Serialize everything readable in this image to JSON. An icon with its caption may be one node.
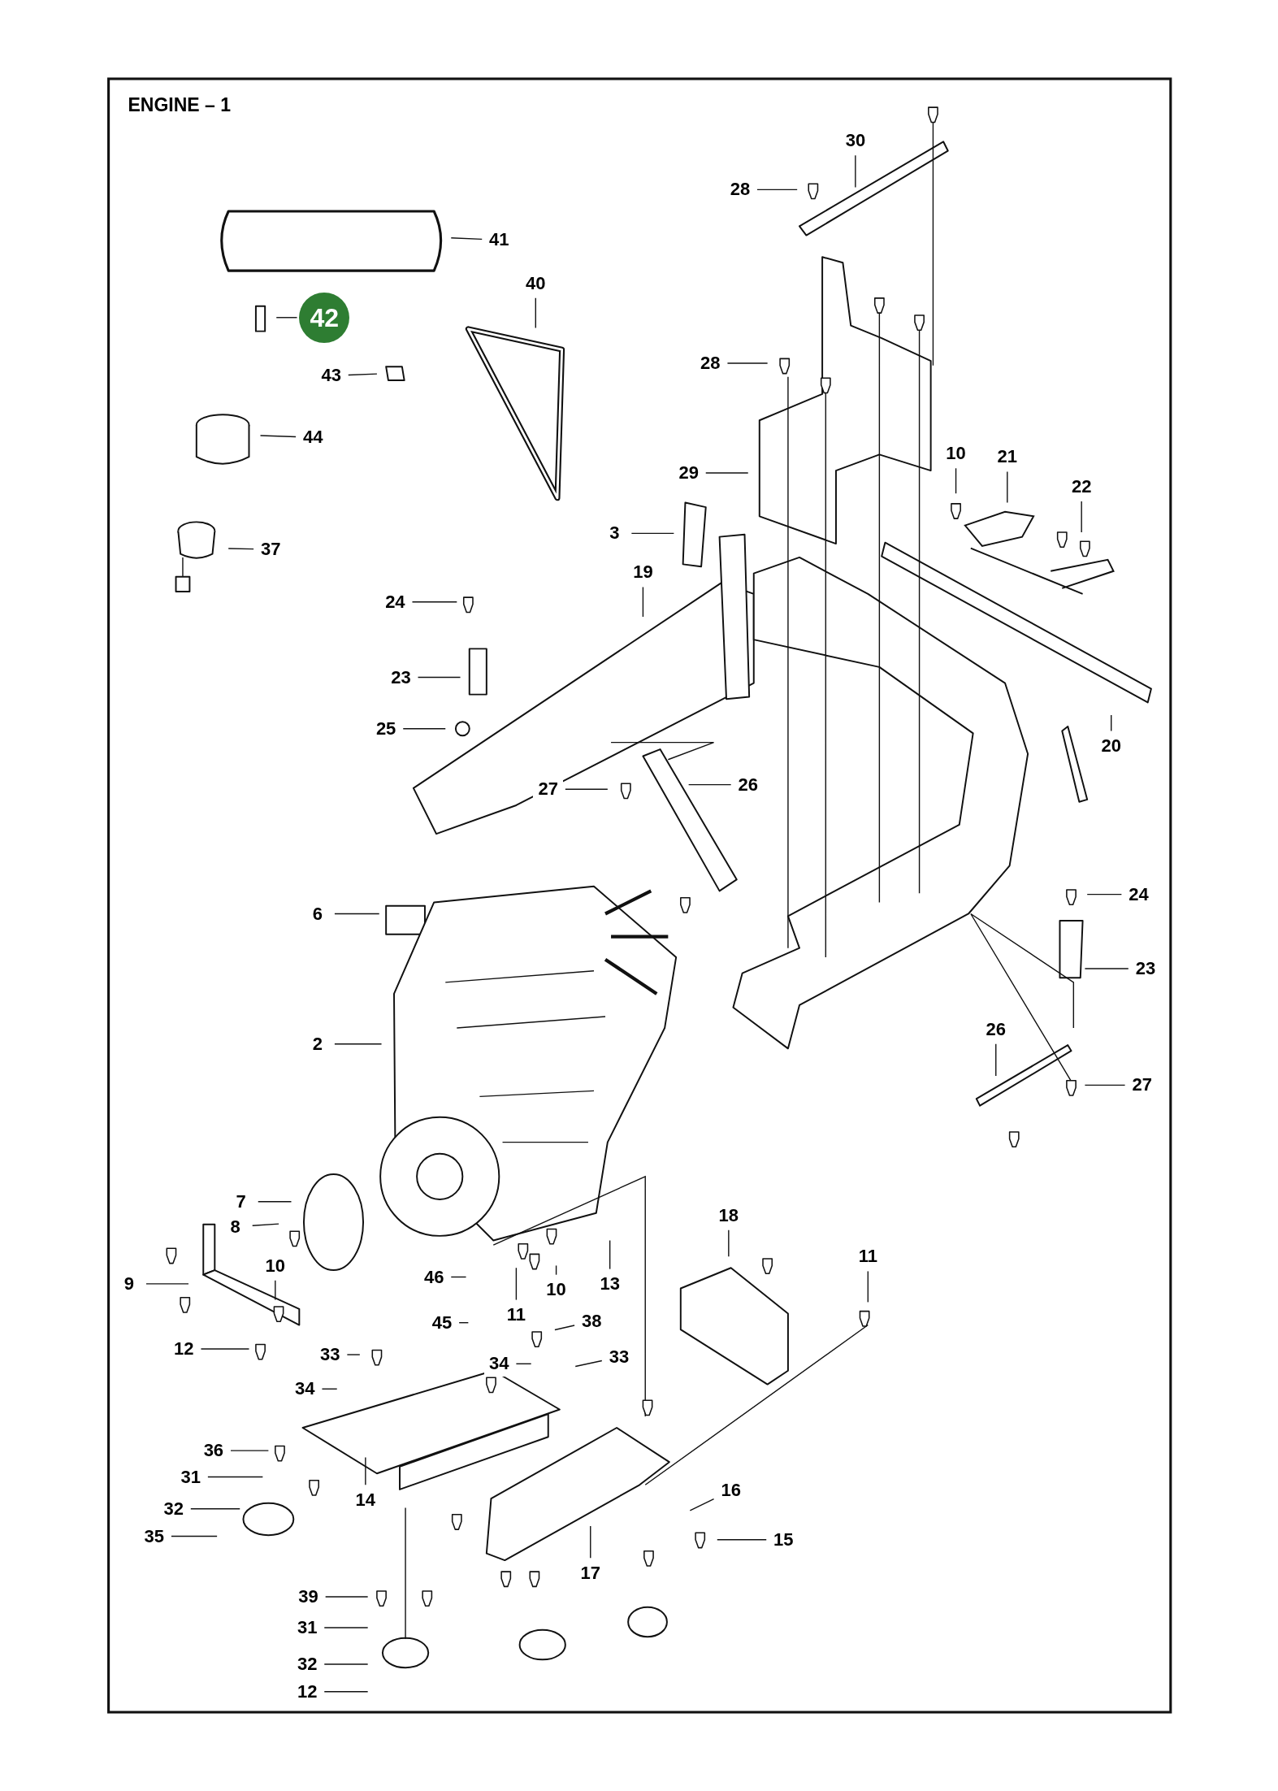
{
  "diagram": {
    "title": "ENGINE – 1",
    "nodes": [
      {
        "text": [
          "30"
        ]
      },
      {
        "text": [
          "28"
        ]
      },
      {
        "text": [
          "41"
        ]
      },
      {
        "text": [
          "40"
        ]
      },
      {
        "text": [
          "42"
        ]
      },
      {
        "text": [
          "43"
        ]
      },
      {
        "text": [
          "28"
        ]
      },
      {
        "text": [
          "44"
        ]
      },
      {
        "text": [
          "10"
        ]
      },
      {
        "text": [
          "21"
        ]
      },
      {
        "text": [
          "29"
        ]
      },
      {
        "text": [
          "22"
        ]
      },
      {
        "text": [
          "3"
        ]
      },
      {
        "text": [
          "37"
        ]
      },
      {
        "text": [
          "19"
        ]
      },
      {
        "text": [
          "24"
        ]
      },
      {
        "text": [
          "23"
        ]
      },
      {
        "text": [
          "25"
        ]
      },
      {
        "text": [
          "20"
        ]
      },
      {
        "text": [
          "27"
        ]
      },
      {
        "text": [
          "26"
        ]
      },
      {
        "text": [
          "6"
        ]
      },
      {
        "text": [
          "24"
        ]
      },
      {
        "text": [
          "23"
        ]
      },
      {
        "text": [
          "2"
        ]
      },
      {
        "text": [
          "26"
        ]
      },
      {
        "text": [
          "27"
        ]
      },
      {
        "text": [
          "7"
        ]
      },
      {
        "text": [
          "8"
        ]
      },
      {
        "text": [
          "10"
        ]
      },
      {
        "text": [
          "9"
        ]
      },
      {
        "text": [
          "46"
        ]
      },
      {
        "text": [
          "13"
        ]
      },
      {
        "text": [
          "11"
        ]
      },
      {
        "text": [
          "10"
        ]
      },
      {
        "text": [
          "18"
        ]
      },
      {
        "text": [
          "11"
        ]
      },
      {
        "text": [
          "38"
        ]
      },
      {
        "text": [
          "45"
        ]
      },
      {
        "text": [
          "33"
        ]
      },
      {
        "text": [
          "12"
        ]
      },
      {
        "text": [
          "33"
        ]
      },
      {
        "text": [
          "34"
        ]
      },
      {
        "text": [
          "34"
        ]
      },
      {
        "text": [
          "36"
        ]
      },
      {
        "text": [
          "31"
        ]
      },
      {
        "text": [
          "14"
        ]
      },
      {
        "text": [
          "16"
        ]
      },
      {
        "text": [
          "32"
        ]
      },
      {
        "text": [
          "35"
        ]
      },
      {
        "text": [
          "15"
        ]
      },
      {
        "text": [
          "17"
        ]
      },
      {
        "text": [
          "39"
        ]
      },
      {
        "text": [
          "31"
        ]
      },
      {
        "text": [
          "32"
        ]
      },
      {
        "text": [
          "12"
        ]
      }
    ],
    "edges": [
      {
        "from": 0,
        "to": null,
        "arrow": "none"
      },
      {
        "from": 1,
        "to": null,
        "arrow": "none"
      },
      {
        "from": 2,
        "to": null,
        "arrow": "none"
      },
      {
        "from": 3,
        "to": null,
        "arrow": "none"
      },
      {
        "from": 4,
        "to": null,
        "arrow": "none"
      },
      {
        "from": 5,
        "to": null,
        "arrow": "none"
      },
      {
        "from": 6,
        "to": null,
        "arrow": "none"
      },
      {
        "from": 7,
        "to": null,
        "arrow": "none"
      },
      {
        "from": 8,
        "to": null,
        "arrow": "none"
      },
      {
        "from": 9,
        "to": null,
        "arrow": "none"
      },
      {
        "from": 10,
        "to": null,
        "arrow": "none"
      },
      {
        "from": 11,
        "to": null,
        "arrow": "none"
      },
      {
        "from": 12,
        "to": null,
        "arrow": "none"
      },
      {
        "from": 13,
        "to": null,
        "arrow": "none"
      },
      {
        "from": 14,
        "to": null,
        "arrow": "none"
      },
      {
        "from": 15,
        "to": null,
        "arrow": "none"
      },
      {
        "from": 16,
        "to": null,
        "arrow": "none"
      },
      {
        "from": 17,
        "to": null,
        "arrow": "none"
      },
      {
        "from": 18,
        "to": null,
        "arrow": "none"
      },
      {
        "from": 19,
        "to": null,
        "arrow": "none"
      },
      {
        "from": 20,
        "to": null,
        "arrow": "none"
      },
      {
        "from": 21,
        "to": null,
        "arrow": "none"
      },
      {
        "from": 22,
        "to": null,
        "arrow": "none"
      },
      {
        "from": 23,
        "to": null,
        "arrow": "none"
      },
      {
        "from": 24,
        "to": null,
        "arrow": "none"
      },
      {
        "from": 25,
        "to": null,
        "arrow": "none"
      },
      {
        "from": 26,
        "to": null,
        "arrow": "none"
      },
      {
        "from": 27,
        "to": null,
        "arrow": "none"
      },
      {
        "from": 28,
        "to": null,
        "arrow": "none"
      },
      {
        "from": 29,
        "to": null,
        "arrow": "none"
      },
      {
        "from": 30,
        "to": null,
        "arrow": "none"
      },
      {
        "from": 31,
        "to": null,
        "arrow": "none"
      },
      {
        "from": 32,
        "to": null,
        "arrow": "none"
      },
      {
        "from": 33,
        "to": null,
        "arrow": "none"
      },
      {
        "from": 34,
        "to": null,
        "arrow": "none"
      },
      {
        "from": 35,
        "to": null,
        "arrow": "none"
      },
      {
        "from": 36,
        "to": null,
        "arrow": "none"
      },
      {
        "from": 37,
        "to": null,
        "arrow": "none"
      },
      {
        "from": 38,
        "to": null,
        "arrow": "none"
      },
      {
        "from": 39,
        "to": null,
        "arrow": "none"
      },
      {
        "from": 40,
        "to": null,
        "arrow": "none"
      },
      {
        "from": 41,
        "to": null,
        "arrow": "none"
      },
      {
        "from": 42,
        "to": null,
        "arrow": "none"
      },
      {
        "from": 43,
        "to": null,
        "arrow": "none"
      },
      {
        "from": 44,
        "to": null,
        "arrow": "none"
      },
      {
        "from": 45,
        "to": null,
        "arrow": "none"
      },
      {
        "from": 46,
        "to": null,
        "arrow": "none"
      },
      {
        "from": 47,
        "to": null,
        "arrow": "none"
      },
      {
        "from": 48,
        "to": null,
        "arrow": "none"
      },
      {
        "from": 49,
        "to": null,
        "arrow": "none"
      },
      {
        "from": 50,
        "to": null,
        "arrow": "none"
      },
      {
        "from": 51,
        "to": null,
        "arrow": "none"
      },
      {
        "from": 52,
        "to": null,
        "arrow": "none"
      },
      {
        "from": 53,
        "to": null,
        "arrow": "none"
      },
      {
        "from": 54,
        "to": null,
        "arrow": "none"
      },
      {
        "from": 55,
        "to": null,
        "arrow": "none"
      }
    ]
  }
}
